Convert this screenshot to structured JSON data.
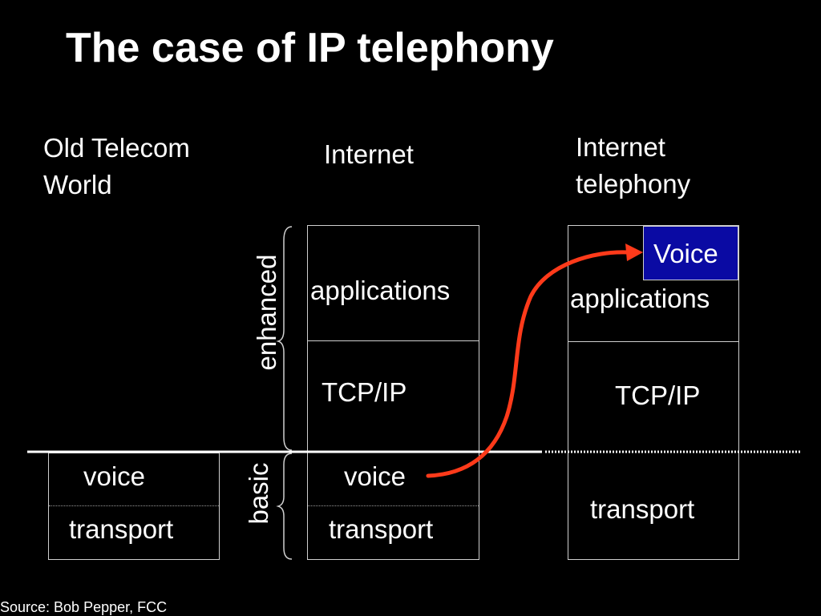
{
  "title": "The case of IP telephony",
  "columns": {
    "old_telecom": {
      "heading_line1": "Old Telecom",
      "heading_line2": "World",
      "layers": [
        "voice",
        "transport"
      ]
    },
    "internet": {
      "heading": "Internet",
      "layers": [
        "applications",
        "TCP/IP",
        "voice",
        "transport"
      ]
    },
    "internet_telephony": {
      "heading_line1": "Internet",
      "heading_line2": "telephony",
      "highlight": "Voice",
      "layers": [
        "applications",
        "TCP/IP",
        "transport"
      ]
    }
  },
  "brackets": {
    "enhanced": "enhanced",
    "basic": "basic"
  },
  "source": "Source: Bob Pepper, FCC",
  "colors": {
    "background": "#000000",
    "text": "#ffffff",
    "voice_highlight": "#0a0aa3",
    "arrow": "#ff3a1a"
  }
}
